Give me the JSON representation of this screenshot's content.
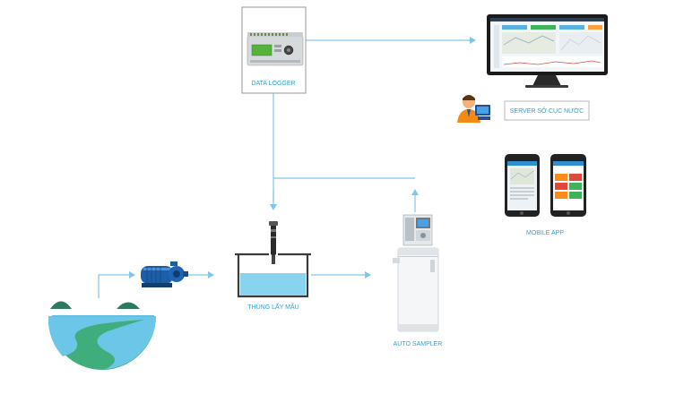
{
  "labels": {
    "data_logger": "DATA LOGGER",
    "server": "SERVER SỞ CỤC NƯỚC",
    "mobile_app": "MOBILE APP",
    "tank": "THÙNG LẤY MẪU",
    "auto_sampler": "AUTO SAMPLER"
  },
  "colors": {
    "line": "#7fc6ea",
    "label": "#2aa3d6",
    "water": "#6cc6e8",
    "hill": "#2e8a6a",
    "ground": "#3fae7c",
    "pump": "#1c5fa6"
  },
  "icons": [
    "data-logger-device",
    "monitor",
    "operator",
    "smartphone",
    "pump",
    "probe",
    "river",
    "sampler"
  ]
}
